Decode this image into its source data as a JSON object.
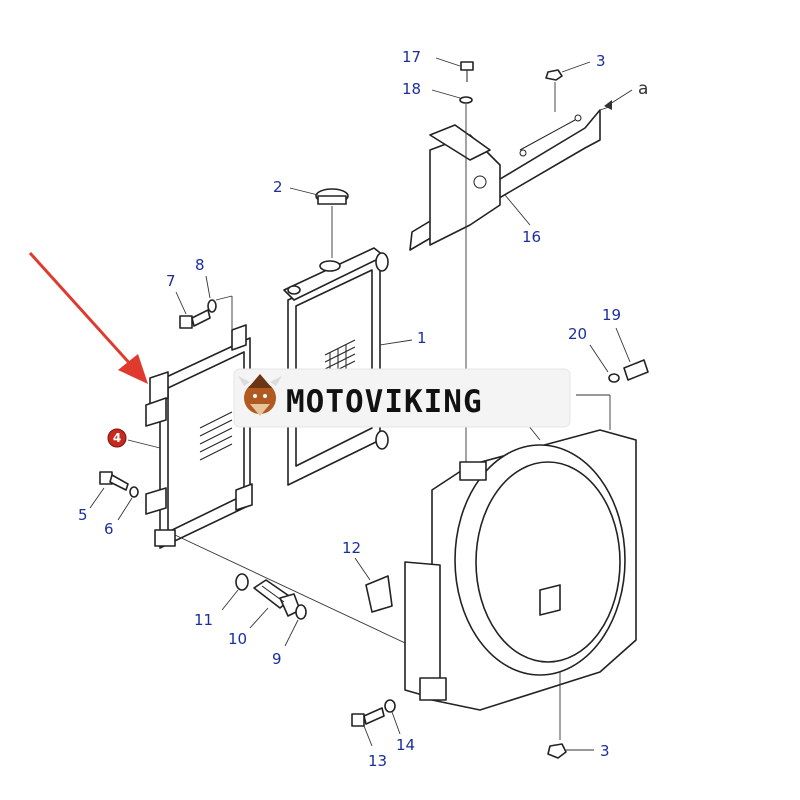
{
  "watermark": {
    "text": "MOTOVIKING"
  },
  "highlight": {
    "label": "4",
    "color": "#c8291e"
  },
  "colors": {
    "callout": "#1a2f9c",
    "arrow": "#e03a2e"
  },
  "callouts": {
    "c1": "1",
    "c2": "2",
    "c3_top": "3",
    "c3_bottom": "3",
    "c5": "5",
    "c6": "6",
    "c7": "7",
    "c8": "8",
    "c9": "9",
    "c10": "10",
    "c11": "11",
    "c12": "12",
    "c13": "13",
    "c14": "14",
    "c16": "16",
    "c17": "17",
    "c18": "18",
    "c19": "19",
    "c20": "20",
    "ref_a": "a"
  }
}
